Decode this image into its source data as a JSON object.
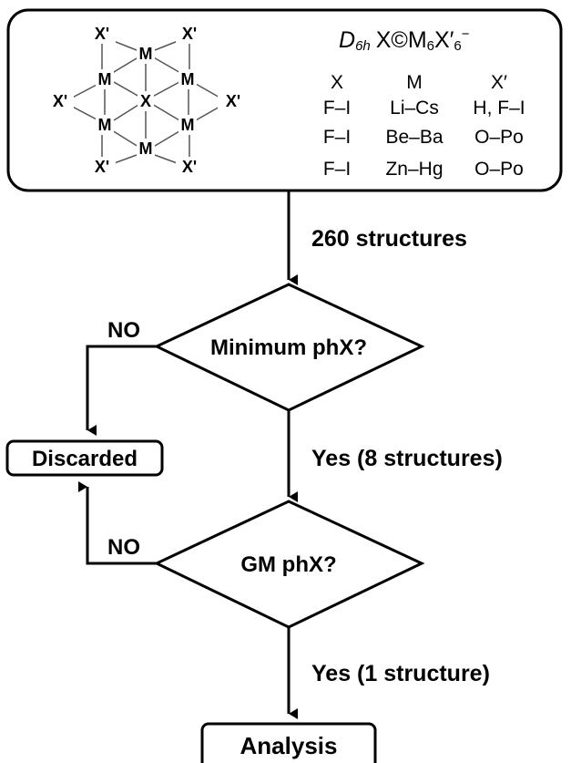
{
  "header_box": {
    "title_symmetry": "D",
    "title_subscript": "6h",
    "title_formula_a": "X©M",
    "title_sub_6": "6",
    "title_formula_b": "X′",
    "title_sub_6b": "6",
    "title_sup": "−",
    "table": {
      "headers": [
        "X",
        "M",
        "X′"
      ],
      "rows": [
        [
          "F–I",
          "Li–Cs",
          "H, F–I"
        ],
        [
          "F–I",
          "Be–Ba",
          "O–Po"
        ],
        [
          "F–I",
          "Zn–Hg",
          "O–Po"
        ]
      ]
    },
    "structure_labels": {
      "x_prime": "X'",
      "metal": "M",
      "center": "X"
    }
  },
  "flow": {
    "step1_label": "260 structures",
    "decision1": "Minimum phX?",
    "decision1_no": "NO",
    "step2_label": "Yes (8 structures)",
    "discarded": "Discarded",
    "decision2": "GM phX?",
    "decision2_no": "NO",
    "step3_label": "Yes (1 structure)",
    "final": "Analysis"
  },
  "colors": {
    "line": "#000000",
    "background": "#ffffff"
  }
}
